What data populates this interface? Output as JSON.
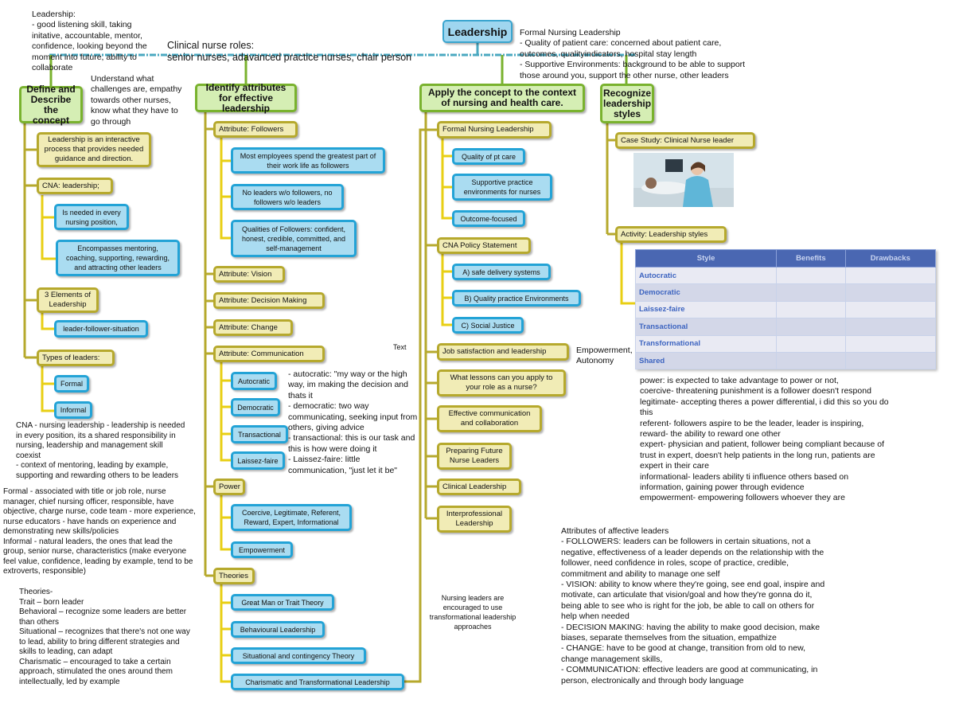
{
  "root": "Leadership",
  "main": {
    "define": "Define and Describe the concept",
    "identify": "Identify attributes for effective leadership",
    "apply": "Apply the concept to the context of nursing and health care.",
    "recognize": "Recognize leadership styles"
  },
  "col1": [
    "Leadership is an interactive process that provides needed guidance and direction.",
    "CNA: leadership;",
    "Is needed in every nursing position,",
    "Encompasses mentoring, coaching, supporting, rewarding, and attracting other leaders",
    "3 Elements of Leadership",
    "leader-follower-situation",
    "Types of leaders:",
    "Formal",
    "Informal"
  ],
  "col2": [
    "Attribute: Followers",
    "Most employees spend the greatest part of their work life as followers",
    "No leaders w/o followers, no followers w/o leaders",
    "Qualities of Followers: confident, honest, credible, committed, and self-management",
    "Attribute: Vision",
    "Attribute: Decision Making",
    "Attribute: Change",
    "Attribute: Communication",
    "Autocratic",
    "Democratic",
    "Transactional",
    "Laissez-faire",
    "Power",
    "Coercive, Legitimate, Referent, Reward, Expert, Informational",
    "Empowerment",
    "Theories",
    "Great Man or Trait Theory",
    "Behavioural Leadership",
    "Situational and contingency Theory",
    "Charismatic and Transformational Leadership"
  ],
  "col3": [
    "Formal Nursing Leadership",
    "Quality of pt care",
    "Supportive practice environments for nurses",
    "Outcome-focused",
    "CNA Policy Statement",
    "A) safe delivery systems",
    "B) Quality practice Environments",
    "C) Social Justice",
    "Job satisfaction and leadership",
    "What lessons can you apply to your role as a nurse?",
    "Effective communication and collaboration",
    "Preparing Future Nurse Leaders",
    "Clinical Leadership",
    "Interprofessional Leadership"
  ],
  "col4": {
    "case_study": "Case Study: Clinical Nurse leader",
    "activity": "Activity: Leadership styles",
    "table": {
      "headers": [
        "Style",
        "Benefits",
        "Drawbacks"
      ],
      "rows": [
        "Autocratic",
        "Democratic",
        "Laissez-faire",
        "Transactional",
        "Transformational",
        "Shared"
      ]
    }
  },
  "notes": {
    "leadership": "Leadership:\n- good listening skill, taking\ninitative, accountable, mentor,\nconfidence, looking beyond the\nmoment into future, ability to\ncollaborate",
    "clinical_roles": "Clinical nurse roles:\nsenior nurses, adavanced practice nurses, chair person",
    "understand": "Understand what\nchallenges are, empathy\ntowards other nurses,\nknow what they have to\ngo through",
    "formal_nursing": "Formal Nursing Leadership\n- Quality of patient care: concerned about patient care,\noutcomes, qualityindicators, hospital stay length\n- Supportive Environments: background to be able to support\nthose around you, support the other nurse, other leaders",
    "comm_styles": "- autocratic: \"my way or the high\nway, im making the decision and\nthats it\n- democratic: two way\ncommunicating, seeking input from\nothers, giving advice\n- transactional: this is our task and\nthis is how were doing it\n- Laissez-faire: little\ncommunication, \"just let it be\"",
    "text_overlay": "Text",
    "empowerment": "Empowerment,\nAutonomy",
    "power": "power: is expected to take advantage to power or not,\ncoercive- threatening punishment is a follower doesn't respond\nlegitimate- accepting theres a power differential, i did this so you do\nthis\nreferent- followers aspire to be the leader, leader is inspiring,\nreward- the ability to reward one other\nexpert- physician and patient, follower being compliant because of\ntrust in expert, doesn't help patients in the long run, patients are\nexpert in their care\ninformational- leaders ability ti influence others based on\ninformation, gaining power through evidence\nempowerment- empowering followers whoever they are",
    "cna": "CNA - nursing leadership - leadership is needed\nin every position, its a shared responsibility in\nnursing, leadership and management skill\ncoexist\n- context of mentoring, leading by example,\nsupporting and rewarding others to be leaders",
    "formal_informal": "Formal - associated with title or job role, nurse\nmanager, chief nursing officer, responsible, have\nobjective, charge nurse, code team - more experience,\nnurse educators - have hands on experience and\ndemonstrating new skills/policies\nInformal - natural leaders, the ones that lead the\ngroup, senior nurse, characteristics (make everyone\nfeel value, confidence, leading by example, tend to be\nextroverts, responsible)",
    "theories": "Theories-\nTrait – born leader\nBehavioral – recognize some leaders are better\nthan others\nSituational – recognizes that there's not one way\nto lead, ability to bring different strategies and\nskills to leading, can adapt\nCharismatic – encouraged to take a certain\napproach, stimulated the ones around them\nintellectually, led by example",
    "transformational": "Nursing leaders are\nencouraged to use\ntransformational leadership\napproaches",
    "attributes": "Attributes of affective leaders\n- FOLLOWERS: leaders can be followers in certain situations, not a\nnegative, effectiveness of a leader depends on the relationship with the\nfollower, need confidence in roles, scope of practice, credible,\ncommitment and ability to manage one self\n- VISION: ability to know where they're going, see end goal, inspire and\nmotivate, can articulate that vision/goal and how they're gonna do it,\nbeing able to see who is right for the job, be able to call on others for\nhelp when needed\n- DECISION MAKING: having the ability to make good decision, make\nbiases, separate themselves from the situation, empathize\n- CHANGE: have to be good at change, transition from old to new,\nchange management skills,\n- COMMUNICATION: effective leaders are good at communicating, in\nperson, electronically and through body language"
  },
  "colors": {
    "main_border": "#79b22e",
    "sub_border": "#b6a92d",
    "leaf_border": "#23a3d6",
    "root_fill": "#9fd6ef",
    "trunk_line": "#4aa8c0"
  }
}
